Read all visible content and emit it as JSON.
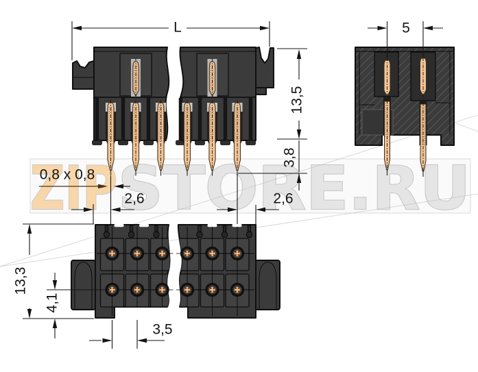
{
  "page": {
    "background": "#ffffff"
  },
  "watermark": {
    "zip_text": "ZIP",
    "store_text": "STORE.RU",
    "band_color": "#fafafa",
    "band_border": "#d9d9d9",
    "zip_color": "#f8d5a5",
    "store_color": "#e4e4e4",
    "outline_color": "#c7c7c7"
  },
  "drawing": {
    "colors": {
      "housing": "#3b3b3b",
      "housing_dark": "#1f1f1f",
      "outline": "#101010",
      "pin": "#f0c498",
      "pin_outline": "#3f2a12",
      "leader_brown": "#4a3318"
    },
    "dimensions": {
      "total_length": {
        "label": "L"
      },
      "pin_pitch_section": {
        "label": "5"
      },
      "housing_height": {
        "label": "13,5"
      },
      "pin_length": {
        "label": "3,8"
      },
      "pin_cross_section": {
        "label": "0,8 x 0,8"
      },
      "end_offset_left": {
        "label": "2,6"
      },
      "end_offset_right": {
        "label": "2,6"
      },
      "overall_depth": {
        "label": "13,3"
      },
      "row_offset": {
        "label": "4,1"
      },
      "pin_pitch": {
        "label": "3,5"
      }
    }
  }
}
